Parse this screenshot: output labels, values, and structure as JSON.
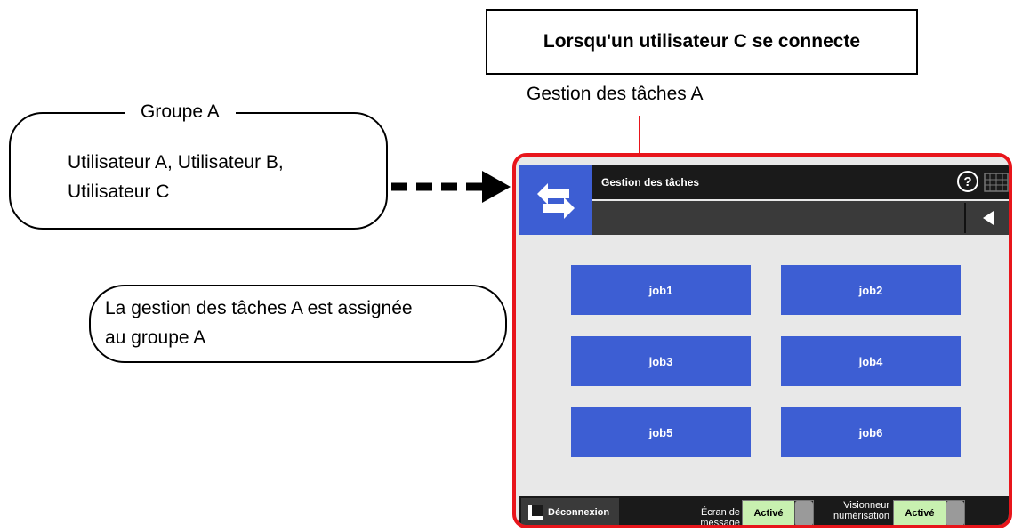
{
  "heading": "Lorsqu'un utilisateur C se connecte",
  "task_management_label": "Gestion des tâches A",
  "group": {
    "title": "Groupe A",
    "members_line1": "Utilisateur A, Utilisateur B,",
    "members_line2": "Utilisateur C"
  },
  "assignment": {
    "line1": "La gestion des tâches A est assignée",
    "line2": "au groupe A"
  },
  "device": {
    "header_title": "Gestion des tâches",
    "jobs": [
      "job1",
      "job2",
      "job3",
      "job4",
      "job5",
      "job6"
    ],
    "footer": {
      "logout_label": "Déconnexion",
      "message_screen_label": "Écran de message",
      "message_screen_state": "Activé",
      "viewer_label_line1": "Visionneur",
      "viewer_label_line2": "numérisation",
      "viewer_state": "Activé"
    }
  },
  "colors": {
    "highlight_red": "#e8151b",
    "job_blue": "#3d5ed3",
    "toggle_on": "#c8f0b0"
  },
  "icons": [
    "swap-arrows-icon",
    "help-icon",
    "keyboard-icon",
    "back-arrow-icon",
    "logout-icon"
  ]
}
